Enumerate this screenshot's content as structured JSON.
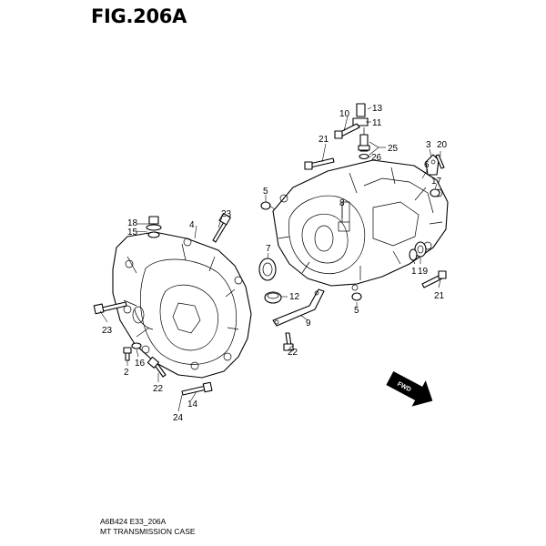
{
  "header": {
    "figure_title": "FIG.206A"
  },
  "footer": {
    "code": "A6B424 E33_206A",
    "caption": "MT TRANSMISSION CASE"
  },
  "arrow": {
    "label": "FWD"
  },
  "callouts": [
    {
      "id": "c1",
      "label": "1"
    },
    {
      "id": "c2",
      "label": "2"
    },
    {
      "id": "c3",
      "label": "3"
    },
    {
      "id": "c4",
      "label": "4"
    },
    {
      "id": "c5a",
      "label": "5"
    },
    {
      "id": "c5b",
      "label": "5"
    },
    {
      "id": "c6",
      "label": "6"
    },
    {
      "id": "c7",
      "label": "7"
    },
    {
      "id": "c8",
      "label": "8"
    },
    {
      "id": "c9",
      "label": "9"
    },
    {
      "id": "c10",
      "label": "10"
    },
    {
      "id": "c11",
      "label": "11"
    },
    {
      "id": "c12",
      "label": "12"
    },
    {
      "id": "c13",
      "label": "13"
    },
    {
      "id": "c14",
      "label": "14"
    },
    {
      "id": "c15",
      "label": "15"
    },
    {
      "id": "c16",
      "label": "16"
    },
    {
      "id": "c17",
      "label": "17"
    },
    {
      "id": "c18",
      "label": "18"
    },
    {
      "id": "c19",
      "label": "19"
    },
    {
      "id": "c20",
      "label": "20"
    },
    {
      "id": "c21a",
      "label": "21"
    },
    {
      "id": "c21b",
      "label": "21"
    },
    {
      "id": "c22a",
      "label": "22"
    },
    {
      "id": "c22b",
      "label": "22"
    },
    {
      "id": "c23a",
      "label": "23"
    },
    {
      "id": "c23b",
      "label": "23"
    },
    {
      "id": "c24",
      "label": "24"
    },
    {
      "id": "c25",
      "label": "25"
    },
    {
      "id": "c26",
      "label": "26"
    }
  ]
}
